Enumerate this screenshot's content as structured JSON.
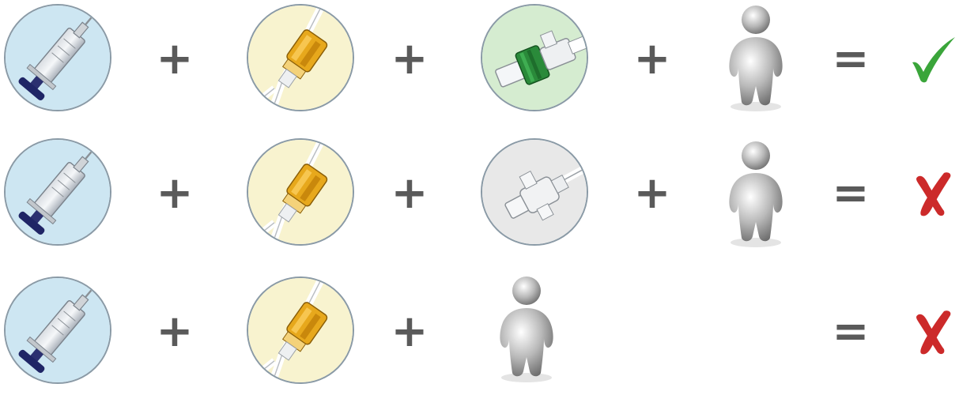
{
  "colors": {
    "syringe_bg": "#cde6f2",
    "giving_set_bg": "#f8f3cf",
    "compatible_connector_bg": "#d5ecd0",
    "standard_connector_bg": "#e8e8e8",
    "connector_yellow": "#e7a81c",
    "connector_green": "#2a8a3a",
    "plunger_navy": "#1f2566",
    "check_green": "#3aa53a",
    "cross_red": "#cc2a2a",
    "operator_gray": "#5a5a5a"
  },
  "operators": {
    "plus": "+",
    "equals": "="
  },
  "rows": [
    {
      "items": [
        "syringe-icon",
        "yellow-connector-icon",
        "green-connector-icon",
        "person-icon"
      ],
      "result": "compatible"
    },
    {
      "items": [
        "syringe-icon",
        "yellow-connector-icon",
        "gray-connector-icon",
        "person-icon"
      ],
      "result": "incompatible"
    },
    {
      "items": [
        "syringe-icon",
        "yellow-connector-icon",
        "person-icon"
      ],
      "result": "incompatible"
    }
  ]
}
